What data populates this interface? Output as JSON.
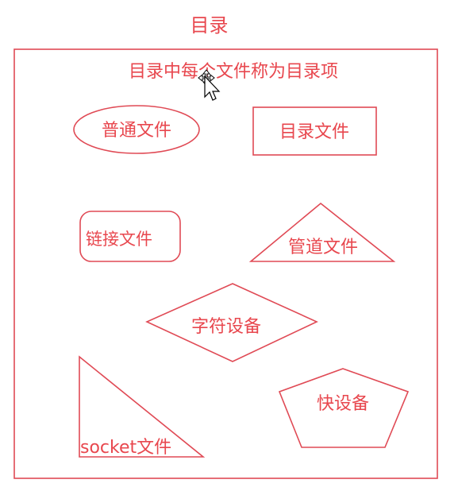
{
  "title": "目录",
  "subtitle": "目录中每个文件称为目录项",
  "shapes": {
    "regular_file": "普通文件",
    "directory_file": "目录文件",
    "link_file": "链接文件",
    "pipe_file": "管道文件",
    "char_device": "字符设备",
    "socket_file": "socket文件",
    "block_device": "快设备"
  },
  "colors": {
    "stroke": "#e04a55",
    "text": "#e8474e"
  }
}
